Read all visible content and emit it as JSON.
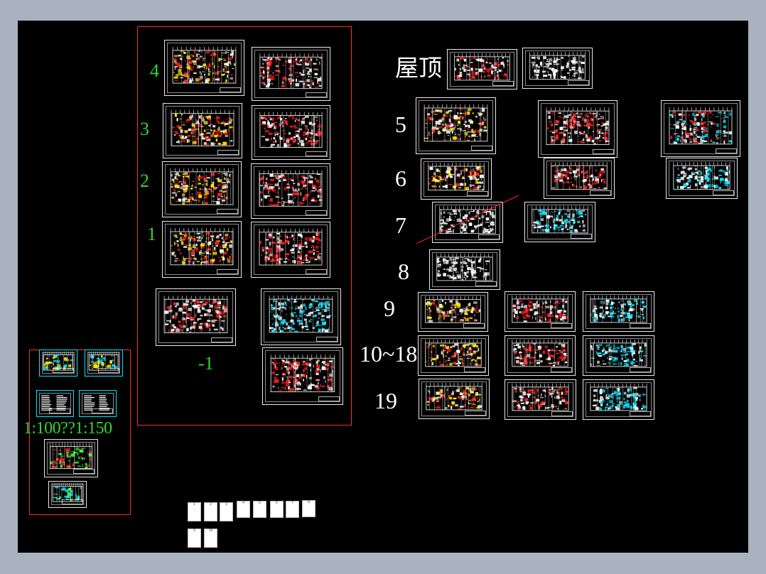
{
  "labels": {
    "roof": "屋顶",
    "floor_5": "5",
    "floor_6": "6",
    "floor_7": "7",
    "floor_8": "8",
    "floor_9": "9",
    "floor_10_18": "10~18",
    "floor_19": "19",
    "floor_4": "4",
    "floor_3": "3",
    "floor_2": "2",
    "floor_1": "1",
    "basement": "-1",
    "scale": "1:100??1:150"
  },
  "index_tiles": [
    "1",
    "2",
    "3",
    "4",
    "5",
    "6",
    "7",
    "8",
    "9",
    "10"
  ],
  "colors": {
    "background": "#000000",
    "window": "#a9b3bf",
    "frame_red": "#ff2a2a",
    "label_green": "#35d335",
    "label_white": "#ffffff",
    "plan_red": "#ff2020",
    "plan_yellow": "#ffe600",
    "plan_cyan": "#00e5ff",
    "plan_white": "#ffffff",
    "plan_green": "#3cff3c"
  }
}
